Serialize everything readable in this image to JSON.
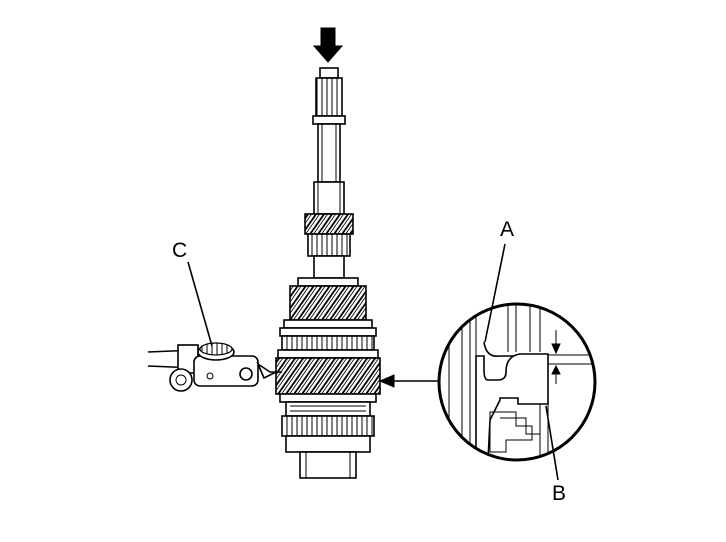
{
  "diagram": {
    "callouts": {
      "a": "A",
      "b": "B",
      "c": "C"
    },
    "colors": {
      "ink": "#000000",
      "background": "#ffffff"
    },
    "icons": [
      "press-arrow-icon",
      "pointer-arrow-icon",
      "dial-indicator-icon"
    ]
  }
}
